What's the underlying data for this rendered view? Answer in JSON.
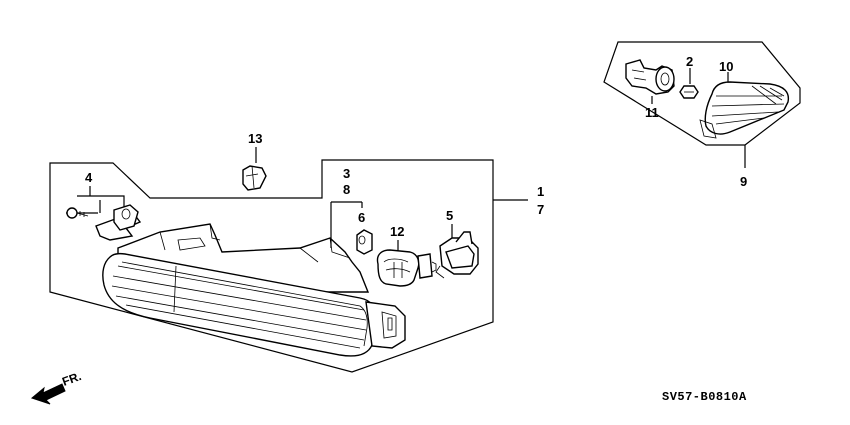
{
  "callouts": {
    "c1": "1",
    "c2": "2",
    "c3": "3",
    "c4": "4",
    "c5": "5",
    "c6": "6",
    "c7": "7",
    "c8": "8",
    "c9": "9",
    "c10": "10",
    "c11": "11",
    "c12": "12",
    "c13": "13"
  },
  "direction_label": "FR.",
  "diagram_code": "SV57-B0810A"
}
